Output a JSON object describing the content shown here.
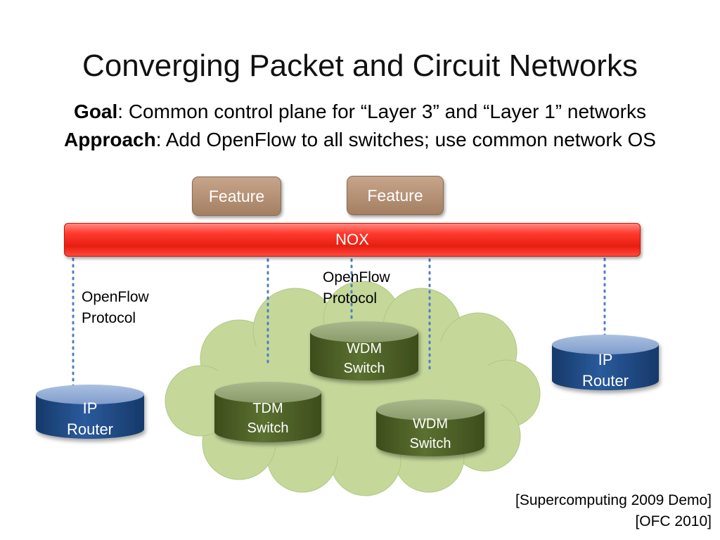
{
  "title": "Converging Packet and Circuit Networks",
  "goal": {
    "label": "Goal",
    "text": ": Common control plane for “Layer 3” and “Layer 1” networks"
  },
  "approach": {
    "label": "Approach",
    "text": ": Add OpenFlow to all switches; use common network OS"
  },
  "diagram": {
    "features": [
      "Feature",
      "Feature"
    ],
    "nox": "NOX",
    "protocol_labels": [
      {
        "line1": "OpenFlow",
        "line2": "Protocol"
      },
      {
        "line1": "OpenFlow",
        "line2": "Protocol"
      }
    ],
    "nodes": {
      "ip_router_left": {
        "line1": "IP",
        "line2": "Router"
      },
      "ip_router_right": {
        "line1": "IP",
        "line2": "Router"
      },
      "tdm_switch": {
        "line1": "TDM",
        "line2": "Switch"
      },
      "wdm_switch_top": {
        "line1": "WDM",
        "line2": "Switch"
      },
      "wdm_switch_bottom": {
        "line1": "WDM",
        "line2": "Switch"
      }
    }
  },
  "references": [
    "[Supercomputing 2009 Demo]",
    "[OFC 2010]"
  ],
  "colors": {
    "router": "#1f4e8c",
    "switch": "#4f6228",
    "cloud": "#c5d89a",
    "nox": "#e81e12",
    "feature": "#b08d70",
    "dotted_link": "#4f7fc0"
  }
}
